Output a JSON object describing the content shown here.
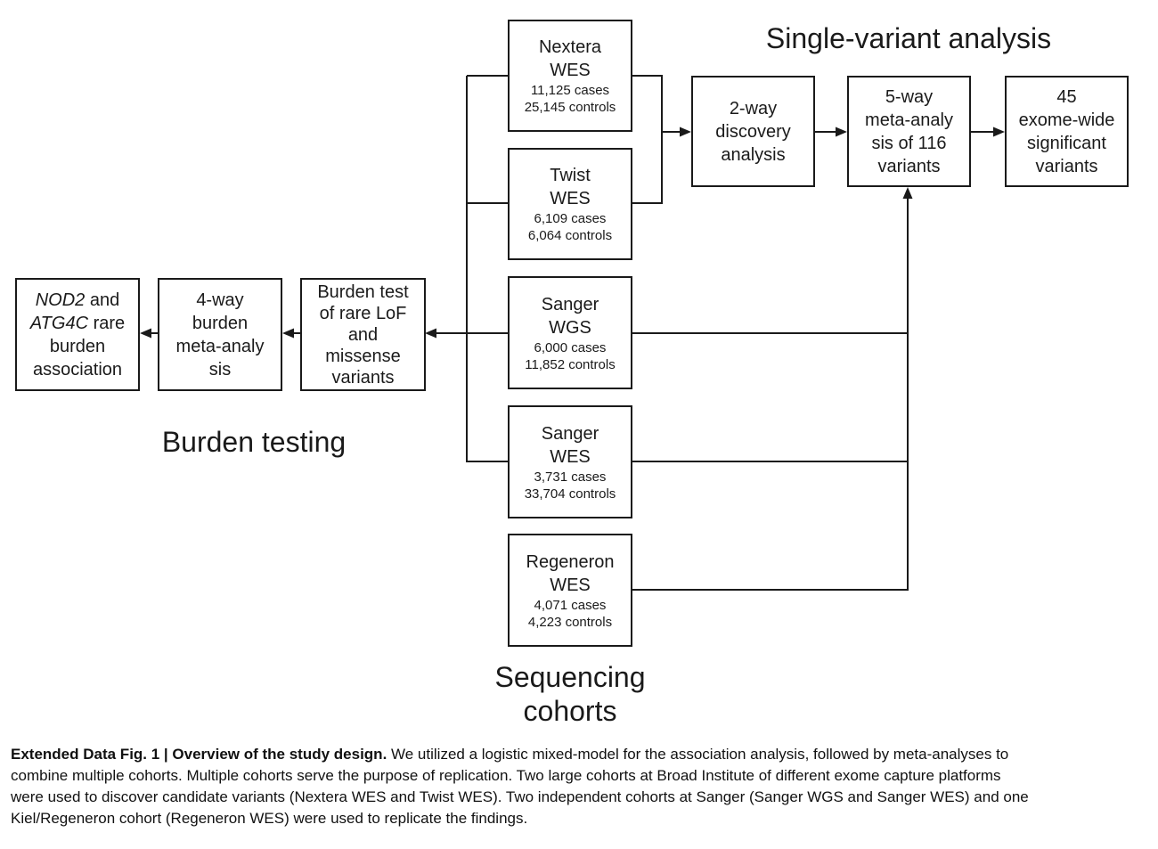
{
  "diagram": {
    "section_titles": {
      "single_variant": "Single-variant analysis",
      "burden_testing": "Burden testing",
      "sequencing_line1": "Sequencing",
      "sequencing_line2": "cohorts"
    },
    "cohorts": [
      {
        "name1": "Nextera",
        "name2": "WES",
        "cases": "11,125 cases",
        "controls": "25,145 controls"
      },
      {
        "name1": "Twist",
        "name2": "WES",
        "cases": "6,109 cases",
        "controls": "6,064 controls"
      },
      {
        "name1": "Sanger",
        "name2": "WGS",
        "cases": "6,000 cases",
        "controls": "11,852 controls"
      },
      {
        "name1": "Sanger",
        "name2": "WES",
        "cases": "3,731 cases",
        "controls": "33,704 controls"
      },
      {
        "name1": "Regeneron",
        "name2": "WES",
        "cases": "4,071 cases",
        "controls": "4,223 controls"
      }
    ],
    "discovery_box": {
      "l1": "2-way",
      "l2": "discovery",
      "l3": "analysis"
    },
    "meta5_box": {
      "l1": "5-way",
      "l2": "meta-analy",
      "l3": "sis of 116",
      "l4": "variants"
    },
    "result45_box": {
      "l1": "45",
      "l2": "exome-wide",
      "l3": "significant",
      "l4": "variants"
    },
    "burden_test_box": {
      "l1": "Burden test",
      "l2": "of rare LoF",
      "l3": "and",
      "l4": "missense",
      "l5": "variants"
    },
    "meta4_box": {
      "l1": "4-way",
      "l2": "burden",
      "l3": "meta-analy",
      "l4": "sis"
    },
    "nod2_box": {
      "l1_gene": "NOD2",
      "l1_rest": " and",
      "l2_gene": "ATG4C",
      "l2_rest": " rare",
      "l3": "burden",
      "l4": "association"
    }
  },
  "caption": {
    "lines": [
      {
        "bold": "Extended Data Fig. 1 | Overview of the study design.",
        "text": " We utilized a logistic mixed-model for the association analysis, followed by meta-analyses to"
      },
      {
        "bold": "",
        "text": "combine multiple cohorts. Multiple cohorts serve the purpose of replication. Two large cohorts at Broad Institute of different exome capture platforms"
      },
      {
        "bold": "",
        "text": "were used to discover candidate variants (Nextera WES and Twist WES). Two independent cohorts at Sanger (Sanger WGS and Sanger WES) and one"
      },
      {
        "bold": "",
        "text": "Kiel/Regeneron cohort (Regeneron WES) were used to replicate the findings."
      }
    ]
  },
  "colors": {
    "ink": "#1a1a1a",
    "background": "#ffffff"
  }
}
